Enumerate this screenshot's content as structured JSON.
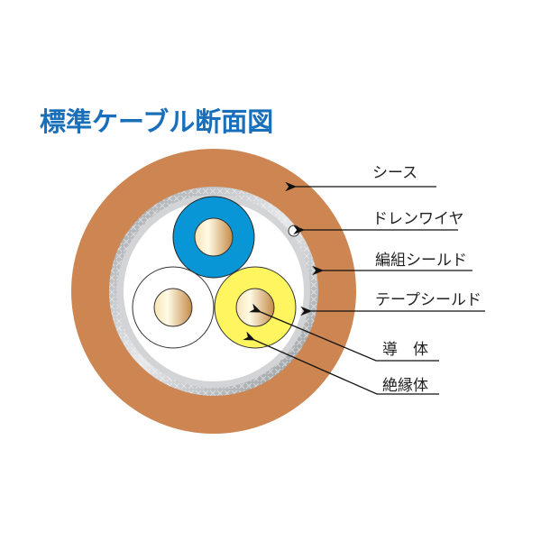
{
  "title": "標準ケーブル断面図",
  "labels": {
    "sheath": "シース",
    "drain_wire": "ドレンワイヤ",
    "braid_shield": "編組シールド",
    "tape_shield": "テープシールド",
    "conductor": "導　体",
    "insulation": "絶縁体"
  },
  "colors": {
    "title": "#1a6fba",
    "sheath": "#cd8552",
    "insulation_blue": "#0996d6",
    "insulation_white": "#ffffff",
    "insulation_yellow": "#fff55e",
    "conductor": "#e8c48a"
  }
}
